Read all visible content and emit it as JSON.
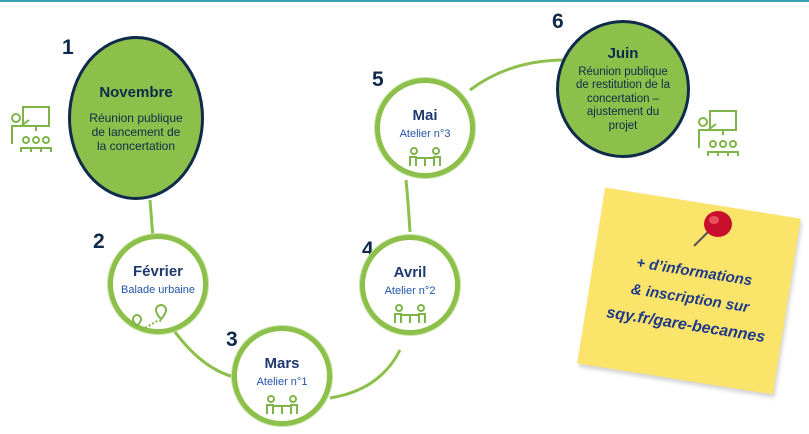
{
  "steps": [
    {
      "number": "1",
      "month": "Novembre",
      "description": "Réunion publique de lancement de la concertation",
      "icon": "presentation-icon"
    },
    {
      "number": "2",
      "month": "Février",
      "description": "Balade urbaine",
      "icon": "route-icon"
    },
    {
      "number": "3",
      "month": "Mars",
      "description": "Atelier n°1",
      "icon": "workshop-icon"
    },
    {
      "number": "4",
      "month": "Avril",
      "description": "Atelier n°2",
      "icon": "workshop-icon"
    },
    {
      "number": "5",
      "month": "Mai",
      "description": "Atelier n°3",
      "icon": "workshop-icon"
    },
    {
      "number": "6",
      "month": "Juin",
      "description": "Réunion publique de restitution de la concertation – ajustement du projet",
      "icon": "presentation-icon"
    }
  ],
  "note": {
    "line1": "+ d’informations",
    "line2": "& inscription sur",
    "line3": "sqy.fr/gare-becannes",
    "pin_icon": "pushpin-icon"
  },
  "colors": {
    "accent_green": "#8cc04b",
    "navy": "#0f2a4a",
    "blue_text": "#2255a8",
    "note_yellow": "#fbe46a",
    "pin_red": "#c8102e",
    "top_rule": "#3aa0b8"
  }
}
